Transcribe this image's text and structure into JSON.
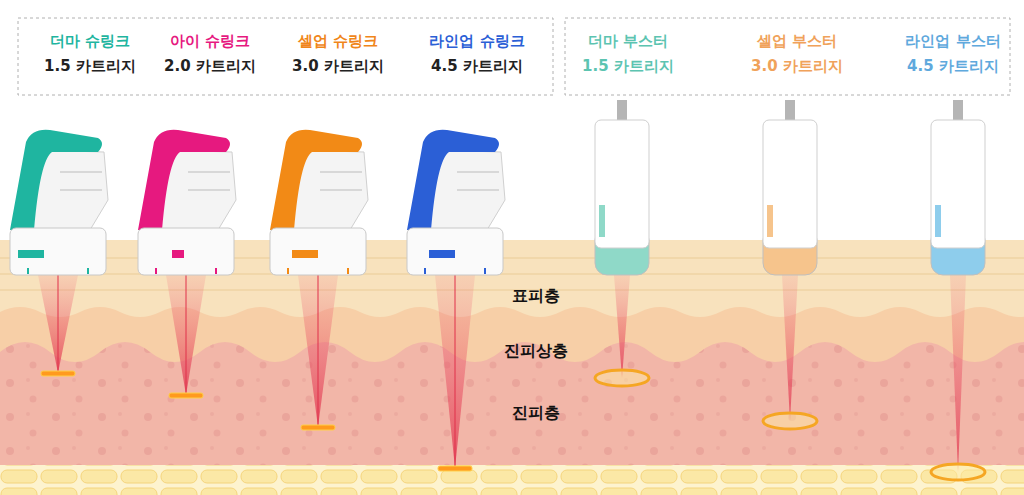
{
  "diagram": {
    "labels": [
      "더마 슈링크",
      "1.5 카트리지",
      "아이 슈링크",
      "2.0 카트리지",
      "셀업 슈링크",
      "3.0 카트리지",
      "라인업 슈링크",
      "4.5 카트리지",
      "더마 부스터",
      "1.5 카트리지",
      "셀업 부스터",
      "3.0 카트리지",
      "라인업 부스터",
      "4.5 카트리지",
      "표피층",
      "진피상층",
      "진피층"
    ]
  }
}
